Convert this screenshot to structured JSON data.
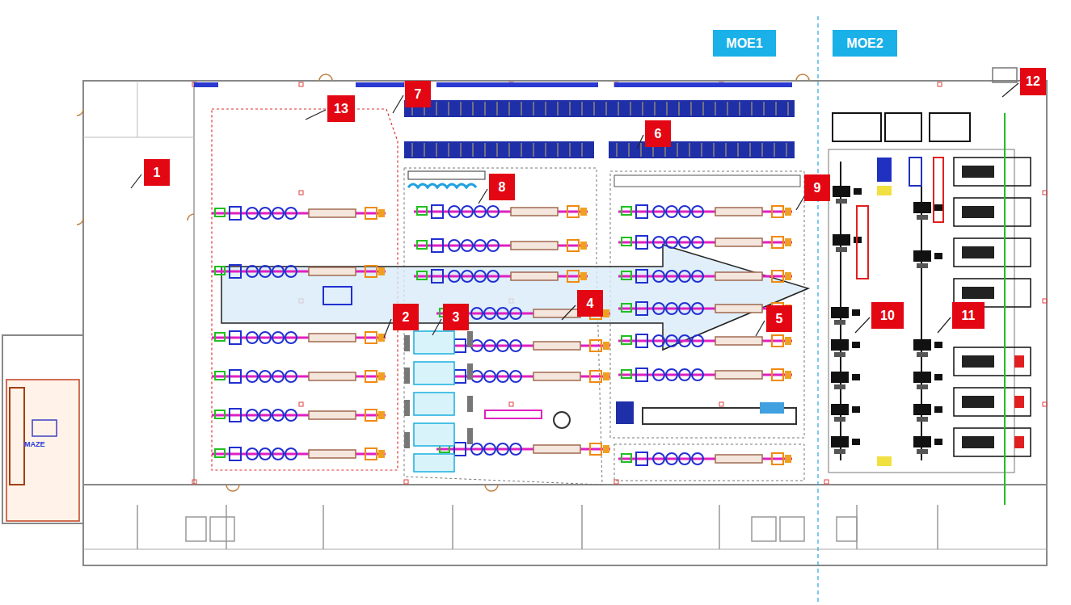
{
  "diagram": {
    "nodes": [
      {
        "text": [
          "MOE1"
        ]
      },
      {
        "text": [
          "MOE2"
        ]
      },
      {
        "text": [
          "12"
        ]
      },
      {
        "text": [
          "7"
        ]
      },
      {
        "text": [
          "13"
        ]
      },
      {
        "text": [
          "6"
        ]
      },
      {
        "text": [
          "1"
        ]
      },
      {
        "text": [
          "8"
        ]
      },
      {
        "text": [
          "9"
        ]
      },
      {
        "text": [
          "4"
        ]
      },
      {
        "text": [
          "2"
        ]
      },
      {
        "text": [
          "3"
        ]
      },
      {
        "text": [
          "5"
        ]
      },
      {
        "text": [
          "10"
        ]
      },
      {
        "text": [
          "11"
        ]
      }
    ],
    "labels": [
      "MAZE"
    ]
  }
}
